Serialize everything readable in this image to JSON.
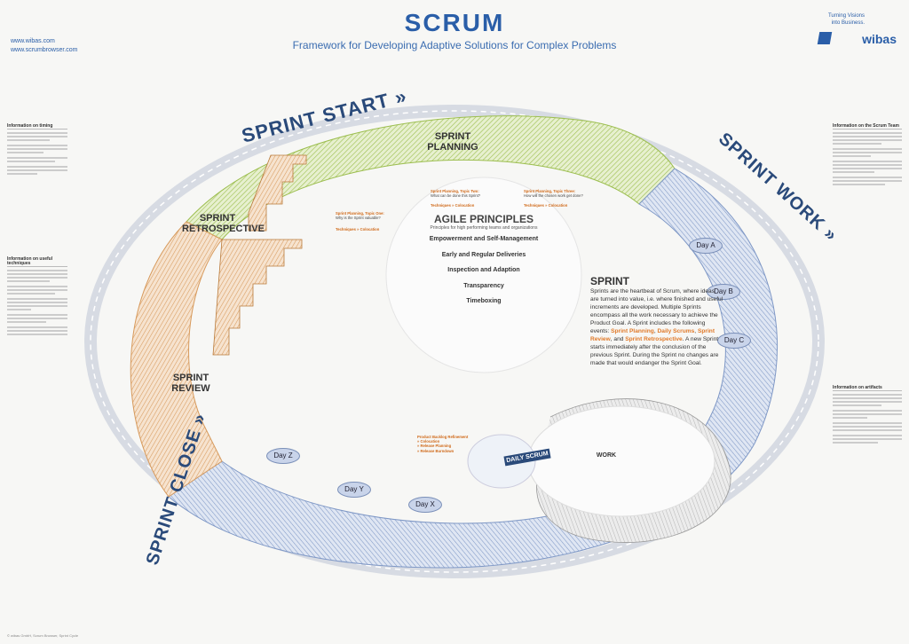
{
  "header": {
    "title": "SCRUM",
    "subtitle": "Framework for Developing Adaptive Solutions for Complex Problems",
    "url1": "www.wibas.com",
    "url2": "www.scrumbrowser.com",
    "tagline1": "Turning Visions",
    "tagline2": "into Business.",
    "logo": "wibas"
  },
  "arcs": {
    "sprint_start": "SPRINT START »",
    "sprint_work": "SPRINT WORK »",
    "sprint_close": "SPRINT CLOSE »"
  },
  "events": {
    "planning": "SPRINT PLANNING",
    "retrospective": "SPRINT RETROSPECTIVE",
    "review": "SPRINT REVIEW",
    "daily": "DAILY SCRUM",
    "work": "WORK"
  },
  "days": [
    "Day A",
    "Day B",
    "Day C",
    "Day Z",
    "Day Y",
    "Day X"
  ],
  "principles": {
    "title": "AGILE PRINCIPLES",
    "subtitle": "Principles for high performing teams and organizations",
    "items": [
      "Empowerment and Self-Management",
      "Early and Regular Deliveries",
      "Inspection and Adaption",
      "Transparency",
      "Timeboxing"
    ]
  },
  "sprint": {
    "heading": "SPRINT",
    "text1": "Sprints are the heartbeat of Scrum, where ideas are turned into value, i.e. where finished and useful increments are developed. Multiple Sprints encompass all the work necessary to achieve the Product Goal. A Sprint includes the following events:",
    "ev1": "Sprint Planning",
    "ev2": "Daily Scrums",
    "ev3": "Sprint Review",
    "ev4": "Sprint Retrospective",
    "text2": "A new Sprint starts immediately after the conclusion of the previous Sprint. During the Sprint no changes are made that would endanger the Sprint Goal."
  },
  "planning_topics": {
    "one_title": "Sprint Planning, Topic One:",
    "one_q": "Why is the Sprint valuable?",
    "two_title": "Sprint Planning, Topic Two:",
    "two_q": "What can be done this Sprint?",
    "three_title": "Sprint Planning, Topic Three:",
    "three_q": "How will the chosen work get done?",
    "techniques": "Techniques » Colocation"
  },
  "side_left": {
    "timing": "Information on timing",
    "techniques": "Information on useful techniques"
  },
  "side_right": {
    "team": "Information on the Scrum Team",
    "artifacts": "Information on artifacts"
  },
  "refinement": {
    "title": "Product Backlog Refinement",
    "items": [
      "» Colocation",
      "» Release Planning",
      "» Release Burndown"
    ]
  },
  "footer": "© wibas GmbH, Scrum Browser, Sprint Cycle"
}
